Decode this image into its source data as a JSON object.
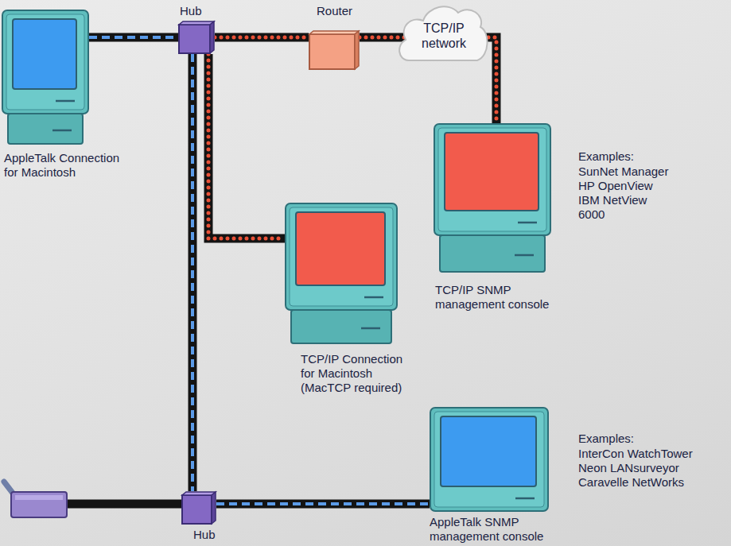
{
  "diagram": {
    "nodes": [
      {
        "text": [
          "AppleTalk Connection for Macintosh"
        ]
      },
      {
        "text": [
          "Hub"
        ]
      },
      {
        "text": [
          "Router"
        ]
      },
      {
        "text": [
          "TCP/IP network"
        ]
      },
      {
        "text": [
          "TCP/IP SNMP management console",
          "Examples:",
          "SunNet Manager HP OpenView IBM NetView 6000"
        ]
      },
      {
        "text": [
          "TCP/IP Connection for Macintosh (MacTCP required)"
        ]
      },
      {
        "text": [
          "Hub"
        ]
      },
      {
        "text": [
          "AppleTalk SNMP management console",
          "Examples:",
          "InterCon WatchTower Neon LANsurveyor Caravelle NetWorks"
        ]
      }
    ],
    "edges": [
      {
        "from": 0,
        "to": 1,
        "arrow": "none"
      },
      {
        "from": 1,
        "to": 2,
        "arrow": "none"
      },
      {
        "from": 2,
        "to": 3,
        "arrow": "none"
      },
      {
        "from": 3,
        "to": 4,
        "arrow": "none"
      },
      {
        "from": 1,
        "to": 6,
        "arrow": "none"
      },
      {
        "from": 1,
        "to": 5,
        "arrow": "none"
      },
      {
        "from": 6,
        "to": 7,
        "arrow": "none"
      }
    ]
  }
}
